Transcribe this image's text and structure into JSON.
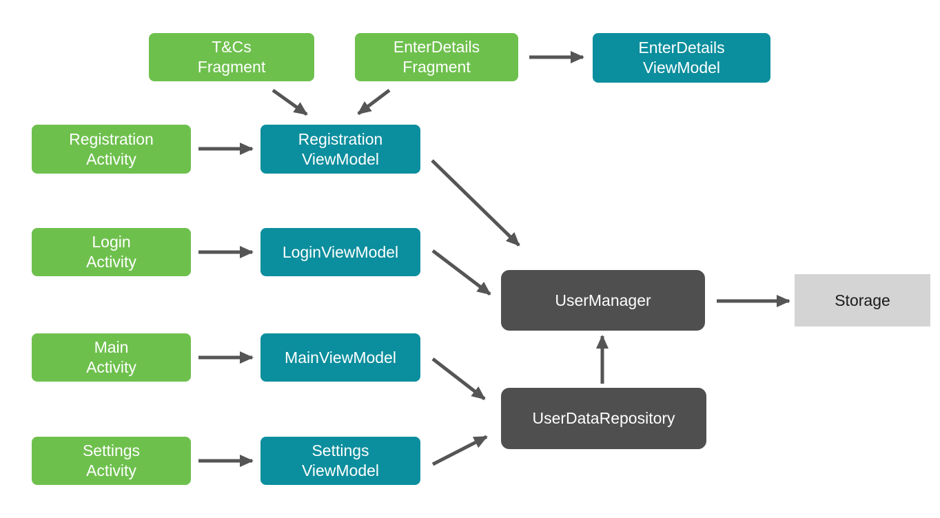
{
  "diagram": {
    "title": "",
    "colors": {
      "fragment_activity_fill": "#6EC04D",
      "viewmodel_fill": "#0B8E9D",
      "manager_repository_fill": "#4F4F4F",
      "storage_fill": "#D4D4D4",
      "arrow": "#555555",
      "text_light": "#FFFFFF",
      "text_dark": "#1A1A1A"
    },
    "nodes": [
      {
        "id": "tcs-fragment",
        "type": "fragment",
        "label": "T&Cs\nFragment"
      },
      {
        "id": "enterdetails-fragment",
        "type": "fragment",
        "label": "EnterDetails\nFragment"
      },
      {
        "id": "enterdetails-viewmodel",
        "type": "viewmodel",
        "label": "EnterDetails\nViewModel"
      },
      {
        "id": "registration-activity",
        "type": "activity",
        "label": "Registration\nActivity"
      },
      {
        "id": "registration-viewmodel",
        "type": "viewmodel",
        "label": "Registration\nViewModel"
      },
      {
        "id": "login-activity",
        "type": "activity",
        "label": "Login\nActivity"
      },
      {
        "id": "login-viewmodel",
        "type": "viewmodel",
        "label": "LoginViewModel"
      },
      {
        "id": "main-activity",
        "type": "activity",
        "label": "Main\nActivity"
      },
      {
        "id": "main-viewmodel",
        "type": "viewmodel",
        "label": "MainViewModel"
      },
      {
        "id": "settings-activity",
        "type": "activity",
        "label": "Settings\nActivity"
      },
      {
        "id": "settings-viewmodel",
        "type": "viewmodel",
        "label": "Settings\nViewModel"
      },
      {
        "id": "usermanager",
        "type": "manager",
        "label": "UserManager"
      },
      {
        "id": "userdatarepository",
        "type": "repository",
        "label": "UserDataRepository"
      },
      {
        "id": "storage",
        "type": "storage",
        "label": "Storage"
      }
    ],
    "edges": [
      {
        "from": "tcs-fragment",
        "to": "registration-viewmodel"
      },
      {
        "from": "enterdetails-fragment",
        "to": "registration-viewmodel"
      },
      {
        "from": "enterdetails-fragment",
        "to": "enterdetails-viewmodel"
      },
      {
        "from": "registration-activity",
        "to": "registration-viewmodel"
      },
      {
        "from": "login-activity",
        "to": "login-viewmodel"
      },
      {
        "from": "main-activity",
        "to": "main-viewmodel"
      },
      {
        "from": "settings-activity",
        "to": "settings-viewmodel"
      },
      {
        "from": "registration-viewmodel",
        "to": "usermanager"
      },
      {
        "from": "login-viewmodel",
        "to": "usermanager"
      },
      {
        "from": "main-viewmodel",
        "to": "userdatarepository"
      },
      {
        "from": "settings-viewmodel",
        "to": "userdatarepository"
      },
      {
        "from": "userdatarepository",
        "to": "usermanager"
      },
      {
        "from": "usermanager",
        "to": "storage"
      }
    ]
  }
}
